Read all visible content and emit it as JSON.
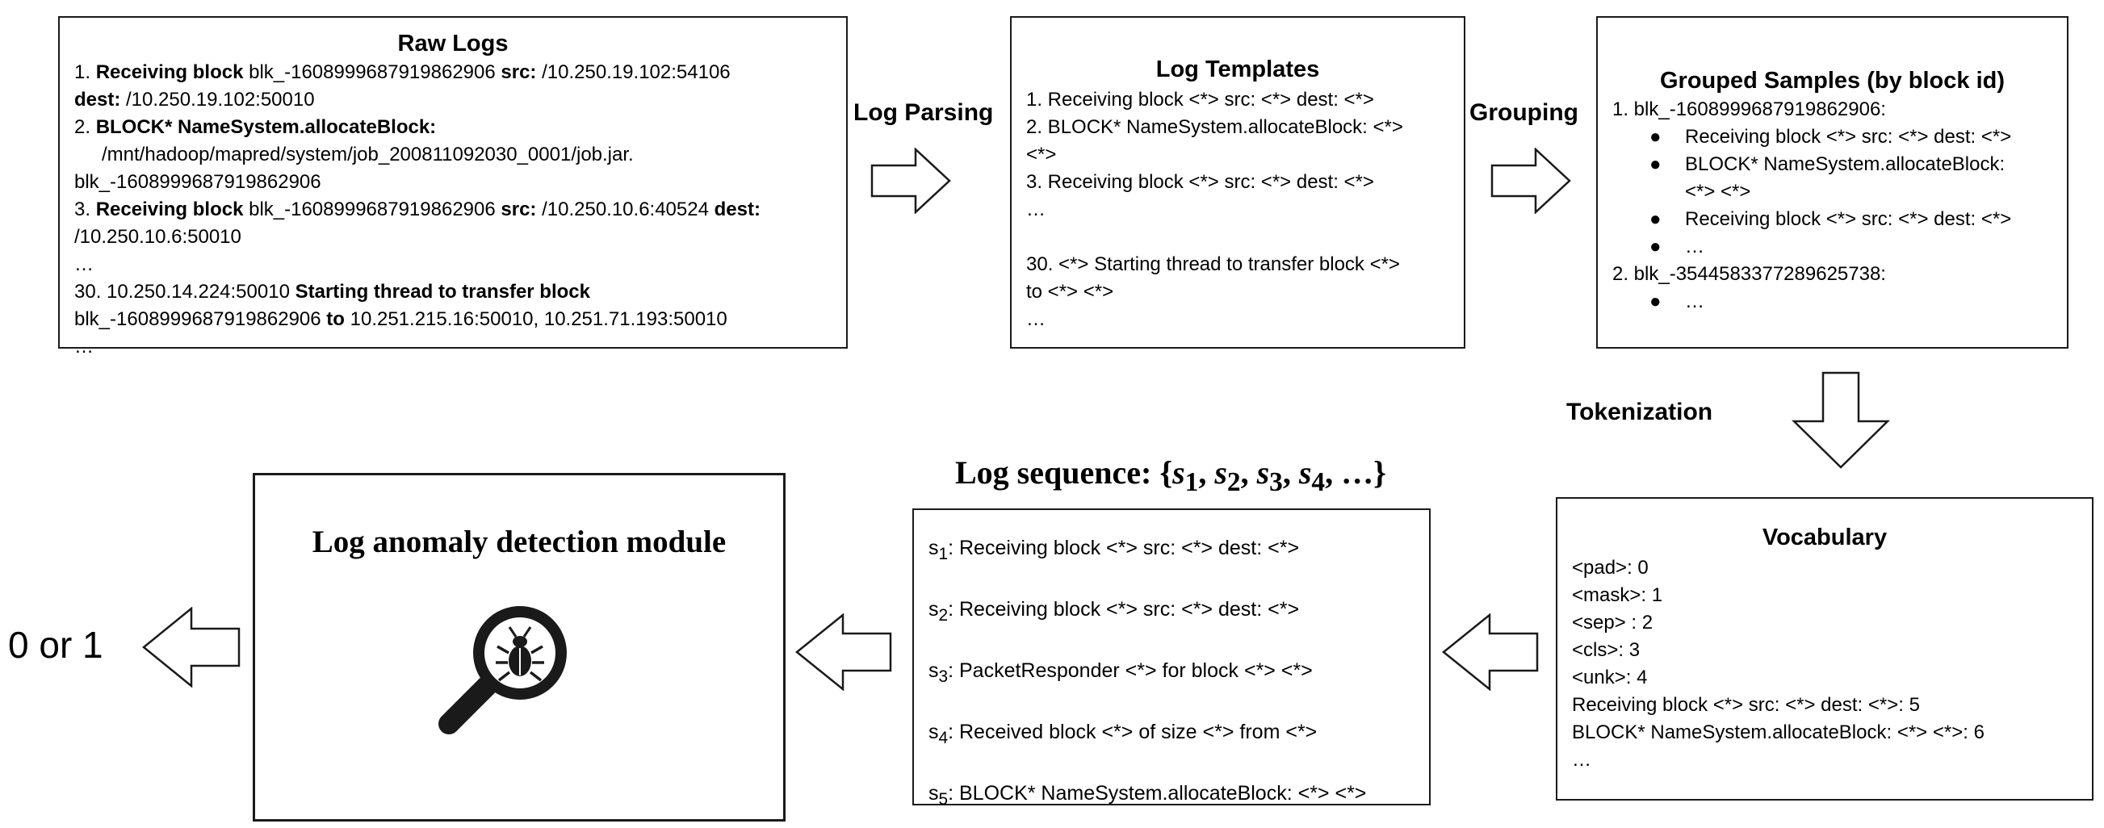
{
  "raw_logs": {
    "title": "Raw Logs",
    "l1_num": "1. ",
    "l1_b1": "Receiving block",
    "l1_t1": " blk_-1608999687919862906 ",
    "l1_b2": "src:",
    "l1_t2": " /10.250.19.102:54106",
    "l1b_b1": "dest:",
    "l1b_t1": " /10.250.19.102:50010",
    "l2_num": "2. ",
    "l2_b1": "BLOCK* NameSystem.allocateBlock:",
    "l2_t1": "/mnt/hadoop/mapred/system/job_200811092030_0001/job.jar.",
    "l2_t2": "blk_-1608999687919862906",
    "l3_num": "3. ",
    "l3_b1": "Receiving block",
    "l3_t1": " blk_-1608999687919862906 ",
    "l3_b2": "src:",
    "l3_t2": " /10.250.10.6:40524 ",
    "l3_b3": "dest:",
    "l3_t3": "/10.250.10.6:50010",
    "ellipsis1": "…",
    "l30_num": "30. 10.250.14.224:50010 ",
    "l30_b1": "Starting thread to transfer block",
    "l30_t1": "blk_-1608999687919862906 ",
    "l30_b2": "to",
    "l30_t2": " 10.251.215.16:50010, 10.251.71.193:50010",
    "ellipsis2": "…"
  },
  "log_templates": {
    "title": "Log Templates",
    "lines": [
      "1. Receiving block <*> src: <*> dest: <*>",
      "2. BLOCK* NameSystem.allocateBlock: <*>",
      "<*>",
      "3. Receiving block <*> src: <*> dest: <*>",
      "…",
      "",
      "30. <*> Starting thread to transfer block <*>",
      "to <*> <*>",
      "…"
    ]
  },
  "grouped": {
    "title": "Grouped Samples (by block id)",
    "g1_head": "1. blk_-1608999687919862906:",
    "g1_items": [
      "Receiving block <*> src: <*> dest: <*>",
      "BLOCK* NameSystem.allocateBlock:",
      "Receiving block <*> src: <*> dest: <*>",
      "…"
    ],
    "g1_cont": "<*> <*>",
    "g2_head": "2. blk_-3544583377289625738:",
    "g2_items": [
      "…"
    ],
    "bullet": "●"
  },
  "vocabulary": {
    "title": "Vocabulary",
    "lines": [
      "<pad>: 0",
      "<mask>: 1",
      "<sep> : 2",
      "<cls>: 3",
      "<unk>: 4",
      "Receiving block <*> src: <*> dest: <*>: 5",
      "BLOCK* NameSystem.allocateBlock: <*> <*>: 6",
      "…"
    ]
  },
  "sequence": {
    "title_prefix": "Log sequence: {",
    "title_suffix": "}",
    "title_items": [
      {
        "var": "s",
        "sub": "1"
      },
      {
        "var": "s",
        "sub": "2"
      },
      {
        "var": "s",
        "sub": "3"
      },
      {
        "var": "s",
        "sub": "4"
      }
    ],
    "title_ellipsis": "…",
    "items": [
      {
        "var": "s",
        "sub": "1",
        "text": ": Receiving block <*> src: <*> dest: <*>"
      },
      {
        "var": "s",
        "sub": "2",
        "text": ": Receiving block <*> src: <*> dest: <*>"
      },
      {
        "var": "s",
        "sub": "3",
        "text": ": PacketResponder <*> for block <*> <*>"
      },
      {
        "var": "s",
        "sub": "4",
        "text": ": Received block <*> of size <*> from <*>"
      },
      {
        "var": "s",
        "sub": "5",
        "text": ": BLOCK* NameSystem.allocateBlock: <*> <*>"
      }
    ]
  },
  "detector": {
    "title": "Log anomaly detection module",
    "icon": "bug-magnifier-icon"
  },
  "labels": {
    "log_parsing": "Log Parsing",
    "grouping": "Grouping",
    "tokenization": "Tokenization",
    "output": "0 or 1"
  },
  "colors": {
    "stroke": "#1a1a1a",
    "text": "#000000",
    "background": "#ffffff"
  }
}
